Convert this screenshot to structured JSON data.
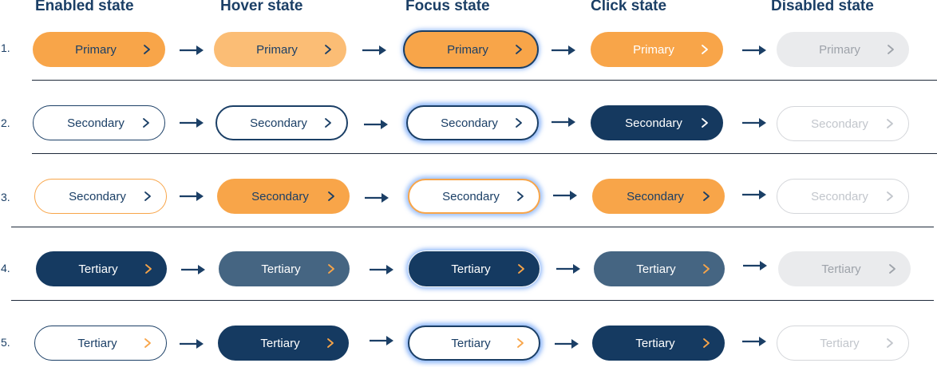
{
  "headers": {
    "enabled": "Enabled state",
    "hover": "Hover state",
    "focus": "Focus state",
    "click": "Click state",
    "disabled": "Disabled state"
  },
  "rows": [
    {
      "number": "1.",
      "label": "Primary"
    },
    {
      "number": "2.",
      "label": "Secondary"
    },
    {
      "number": "3.",
      "label": "Secondary"
    },
    {
      "number": "4.",
      "label": "Tertiary"
    },
    {
      "number": "5.",
      "label": "Tertiary"
    }
  ],
  "icons": {
    "chevron": "chevron-right-icon",
    "arrow": "arrow-right-icon"
  },
  "colors": {
    "navy": "#1b3f66",
    "orange": "#f8a549",
    "light_orange": "#fbbd75",
    "slate": "#456582",
    "disabled_gray": "#eaebed",
    "focus_glow": "#5a96f5"
  }
}
